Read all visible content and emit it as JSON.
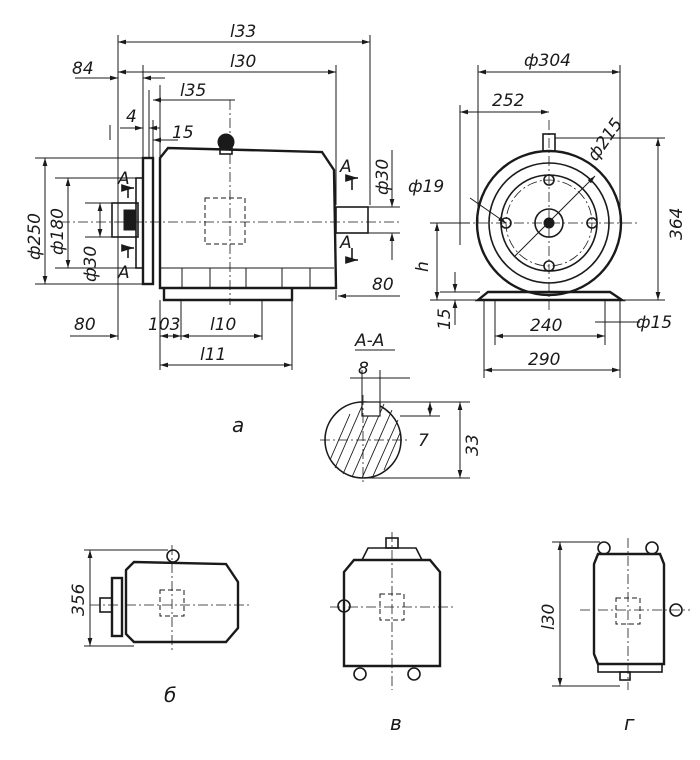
{
  "dims": {
    "l33": "l33",
    "l30": "l30",
    "d84": "84",
    "l35": "l35",
    "d4": "4",
    "d15a": "15",
    "phi30a": "ф30",
    "phi250": "ф250",
    "phi180": "ф180",
    "phi30b": "ф30",
    "secA1": "А",
    "secA2": "А",
    "secA3": "А",
    "secA4": "А",
    "d80a": "80",
    "d80b": "80",
    "d103": "103",
    "l10": "l10",
    "l11": "l11",
    "phi304": "ф304",
    "d252": "252",
    "phi215": "ф215",
    "phi19": "ф19",
    "d364": "364",
    "h": "h",
    "d15b": "15",
    "d240": "240",
    "phi15": "ф15",
    "d290": "290"
  },
  "section": {
    "title": "А-А",
    "d8": "8",
    "d7": "7",
    "d33": "33"
  },
  "captions": {
    "a": "а",
    "b": "б",
    "v": "в",
    "g": "г"
  },
  "small_dims": {
    "d356": "356",
    "l30": "l30"
  }
}
